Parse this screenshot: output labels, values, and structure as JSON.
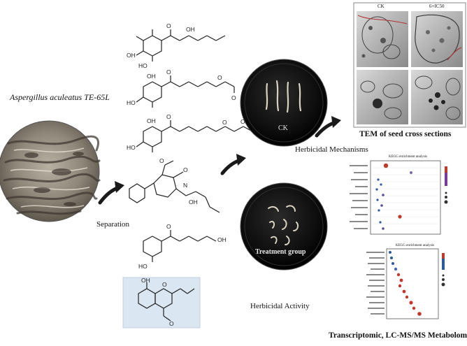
{
  "organism_label": "Aspergillus aculeatus TE-65L",
  "steps": {
    "separation": "Separation",
    "herbicidal_mechanisms": "Herbicidal Mechanisms",
    "herbicidal_activity": "Herbicidal Activity"
  },
  "plates": {
    "control": "CK",
    "treatment": "Treatment group"
  },
  "tem": {
    "title": "TEM of seed cross sections",
    "panel_ck": "CK",
    "panel_treated": "6+IC50"
  },
  "omics": {
    "caption": "Transcriptomic, LC-MS/MS Metabolomic",
    "plot_top_title": "KEGG enrichment analysis",
    "plot_bottom_title": "KEGG enrichment analysis"
  },
  "colors": {
    "arrow": "#1a1a1a",
    "petri_dark": "#0d0d0d",
    "highlight_box": "#dbe6f3",
    "dot_red": "#c0392b",
    "dot_blue": "#2c5aa0"
  }
}
